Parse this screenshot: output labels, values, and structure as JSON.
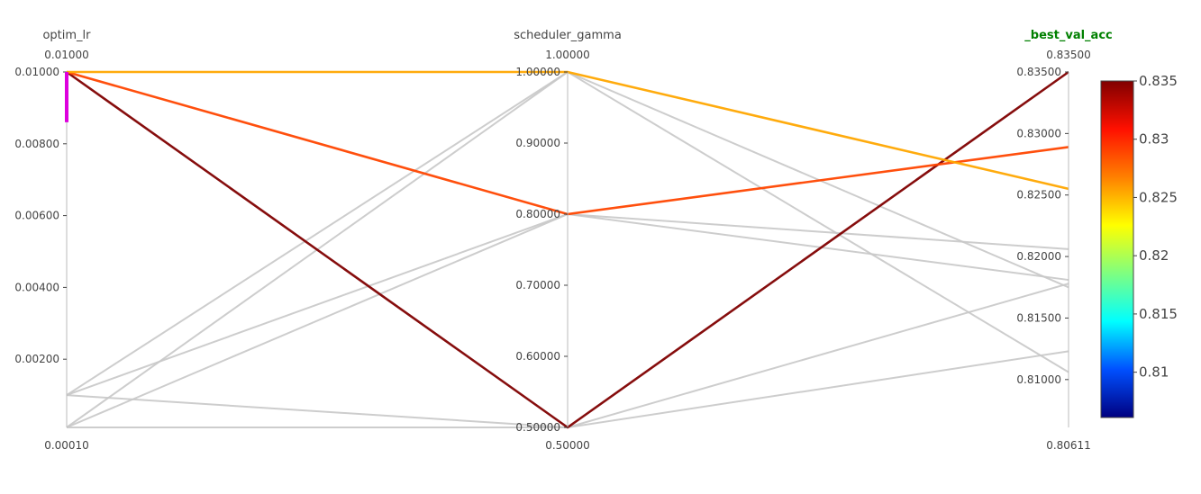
{
  "chart_data": {
    "type": "parallel_coordinates",
    "dimensions": [
      {
        "key": "optim_lr",
        "label": "optim_lr",
        "range": [
          0.0001,
          0.01
        ],
        "top_label": "0.01000",
        "bottom_label": "0.00010",
        "ticks": [
          {
            "value": 0.01,
            "label": "0.01000"
          },
          {
            "value": 0.008,
            "label": "0.00800"
          },
          {
            "value": 0.006,
            "label": "0.00600"
          },
          {
            "value": 0.004,
            "label": "0.00400"
          },
          {
            "value": 0.002,
            "label": "0.00200"
          }
        ],
        "constraint_range": [
          0.0086,
          0.01
        ]
      },
      {
        "key": "scheduler_gamma",
        "label": "scheduler_gamma",
        "range": [
          0.5,
          1.0
        ],
        "top_label": "1.00000",
        "bottom_label": "0.50000",
        "ticks": [
          {
            "value": 1.0,
            "label": "1.00000"
          },
          {
            "value": 0.9,
            "label": "0.90000"
          },
          {
            "value": 0.8,
            "label": "0.80000"
          },
          {
            "value": 0.7,
            "label": "0.70000"
          },
          {
            "value": 0.6,
            "label": "0.60000"
          },
          {
            "value": 0.5,
            "label": "0.50000"
          }
        ]
      },
      {
        "key": "_best_val_acc",
        "label": "_best_val_acc",
        "highlighted": true,
        "range": [
          0.80611,
          0.835
        ],
        "top_label": "0.83500",
        "bottom_label": "0.80611",
        "ticks": [
          {
            "value": 0.835,
            "label": "0.83500"
          },
          {
            "value": 0.83,
            "label": "0.83000"
          },
          {
            "value": 0.825,
            "label": "0.82500"
          },
          {
            "value": 0.82,
            "label": "0.82000"
          },
          {
            "value": 0.815,
            "label": "0.81500"
          },
          {
            "value": 0.81,
            "label": "0.81000"
          }
        ]
      }
    ],
    "lines": [
      {
        "optim_lr": 0.01,
        "scheduler_gamma": 0.5,
        "_best_val_acc": 0.835,
        "selected": true
      },
      {
        "optim_lr": 0.01,
        "scheduler_gamma": 0.8,
        "_best_val_acc": 0.8289,
        "selected": true
      },
      {
        "optim_lr": 0.01,
        "scheduler_gamma": 1.0,
        "_best_val_acc": 0.8255,
        "selected": true
      },
      {
        "optim_lr": 0.001,
        "scheduler_gamma": 1.0,
        "_best_val_acc": 0.8106,
        "selected": false
      },
      {
        "optim_lr": 0.001,
        "scheduler_gamma": 0.8,
        "_best_val_acc": 0.8181,
        "selected": false
      },
      {
        "optim_lr": 0.0001,
        "scheduler_gamma": 1.0,
        "_best_val_acc": 0.8175,
        "selected": false
      },
      {
        "optim_lr": 0.0001,
        "scheduler_gamma": 0.8,
        "_best_val_acc": 0.8206,
        "selected": false
      },
      {
        "optim_lr": 0.001,
        "scheduler_gamma": 0.5,
        "_best_val_acc": 0.8178,
        "selected": false
      },
      {
        "optim_lr": 0.0001,
        "scheduler_gamma": 0.5,
        "_best_val_acc": 0.8123,
        "selected": false
      }
    ],
    "colorbar": {
      "range": [
        0.80611,
        0.835
      ],
      "ticks": [
        {
          "value": 0.835,
          "label": "0.835"
        },
        {
          "value": 0.83,
          "label": "0.83"
        },
        {
          "value": 0.825,
          "label": "0.825"
        },
        {
          "value": 0.82,
          "label": "0.82"
        },
        {
          "value": 0.815,
          "label": "0.815"
        },
        {
          "value": 0.81,
          "label": "0.81"
        }
      ],
      "colorscale": [
        "#000080",
        "#0050ff",
        "#00ffff",
        "#7fff80",
        "#ffff00",
        "#ff8000",
        "#ff1000",
        "#800000"
      ]
    },
    "colors": {
      "unselected_line": "#c8c8c8",
      "axis": "#bbbbbb",
      "constraint_bar": "#dd00dd",
      "highlight_title": "#008000"
    }
  }
}
